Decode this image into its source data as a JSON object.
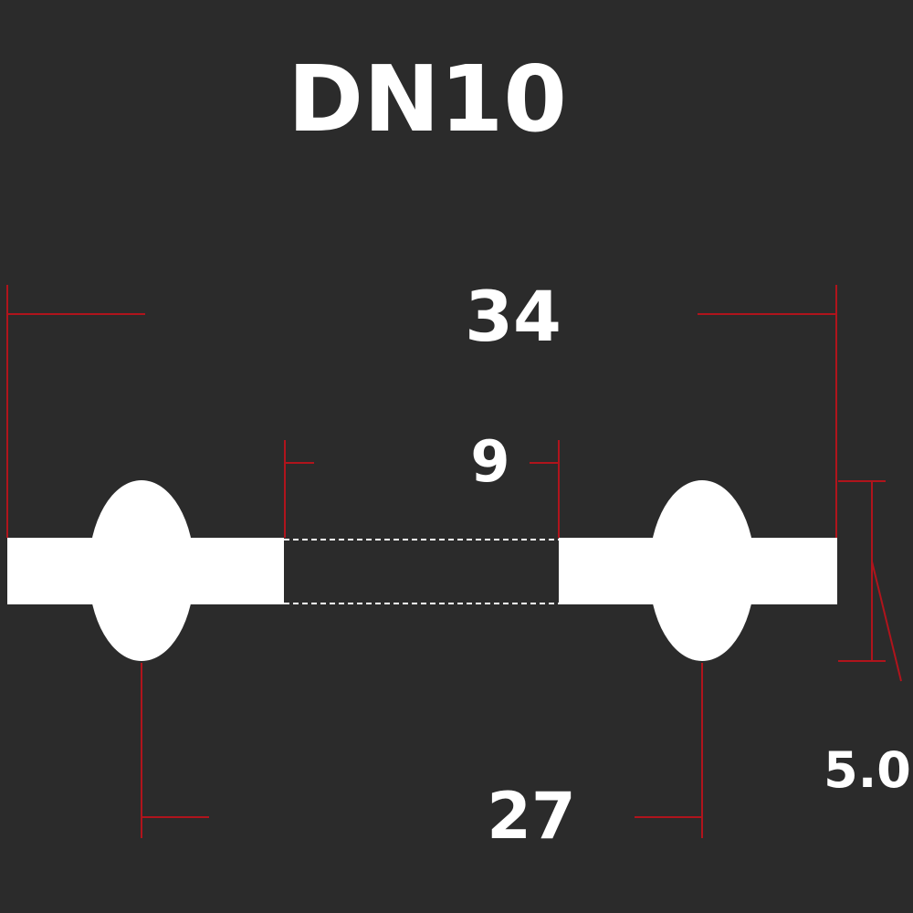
{
  "title": "DN10",
  "dimensions": {
    "overall_length": "34",
    "inner_gap": "9",
    "ball_center_distance": "27",
    "height": "5.0"
  },
  "colors": {
    "background": "#2b2b2b",
    "part": "#ffffff",
    "dimension_line": "#b0141c",
    "text": "#ffffff"
  }
}
